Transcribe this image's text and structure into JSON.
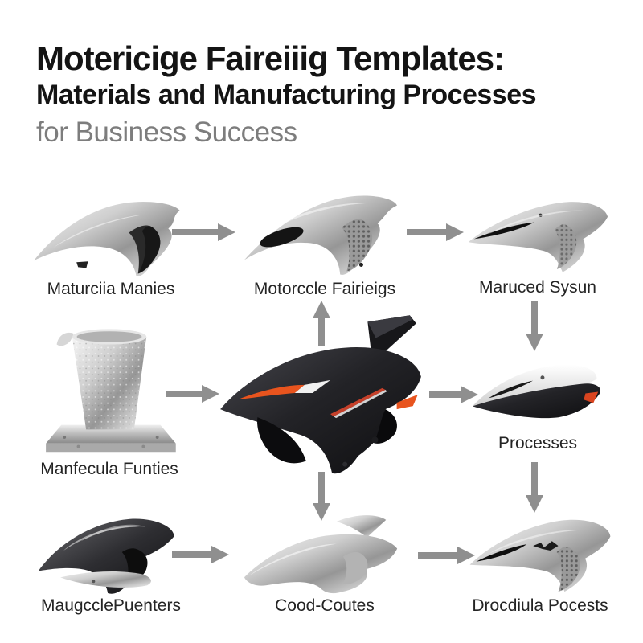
{
  "title": {
    "line1": "Motericige Faireiiig Templates:",
    "line2": "Materials and Manufacturing Processes",
    "line3": "for Business Success"
  },
  "nodes": {
    "materials": {
      "label": "Maturciia Manies",
      "image": "silver-fairing-side-view"
    },
    "fairings": {
      "label": "Motorccle Fairieigs",
      "image": "silver-fairing-with-vent"
    },
    "manufacturing": {
      "label": "Maruced Sysun",
      "image": "silver-fairing-beak"
    },
    "mold": {
      "label": "Manfecula Funties",
      "image": "textured-aluminum-pitcher-on-mold-base"
    },
    "main_fairing": {
      "label": "",
      "image": "black-sport-fairing-with-fin-and-orange-accents"
    },
    "processes": {
      "label": "Processes",
      "image": "white-and-black-fairing"
    },
    "components": {
      "label": "MaugcclePuenters",
      "image": "dark-silver-fairing-shell"
    },
    "routes": {
      "label": "Cood-Coutes",
      "image": "silver-swoosh-fairing"
    },
    "products": {
      "label": "Drocdiula Pocests",
      "image": "silver-mesh-fairing"
    }
  },
  "edges": [
    {
      "from": "materials",
      "to": "fairings",
      "direction": "right"
    },
    {
      "from": "fairings",
      "to": "manufacturing",
      "direction": "right"
    },
    {
      "from": "main_fairing",
      "to": "fairings",
      "direction": "up"
    },
    {
      "from": "manufacturing",
      "to": "processes",
      "direction": "down"
    },
    {
      "from": "mold",
      "to": "main_fairing",
      "direction": "right"
    },
    {
      "from": "main_fairing",
      "to": "processes",
      "direction": "right"
    },
    {
      "from": "main_fairing",
      "to": "routes",
      "direction": "down"
    },
    {
      "from": "processes",
      "to": "products",
      "direction": "down"
    },
    {
      "from": "components",
      "to": "routes",
      "direction": "right"
    },
    {
      "from": "routes",
      "to": "products",
      "direction": "right"
    }
  ],
  "colors": {
    "background": "#ffffff",
    "title_primary": "#141414",
    "title_secondary": "#7d7d7d",
    "label_text": "#242424",
    "arrow": "#8f8f8f",
    "accent_orange": "#e8541e"
  }
}
